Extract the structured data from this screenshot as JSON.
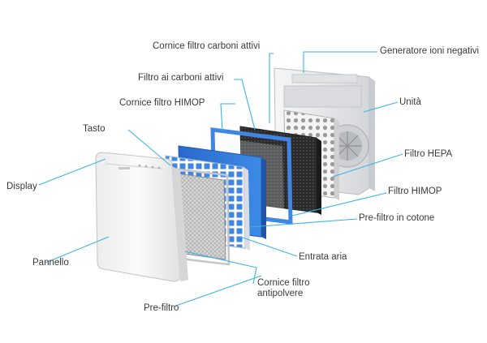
{
  "diagram": {
    "colors": {
      "leader_line": "#3ab4e0",
      "hepa_blue": "#2f73d6",
      "himop_frame": "#3f86e4",
      "carbon": "#2e2e2e",
      "unit_body": "#e8eaec",
      "panel_body": "#f2f2f2"
    },
    "labels": {
      "cornice_carboni": "Cornice filtro carboni attivi",
      "generatore_ioni": "Generatore ioni negativi",
      "filtro_carboni": "Filtro ai carboni attivi",
      "unita": "Unità",
      "cornice_himop": "Cornice filtro HIMOP",
      "tasto": "Tasto",
      "filtro_hepa": "Filtro HEPA",
      "display": "Display",
      "filtro_himop": "Filtro HIMOP",
      "pre_filtro_cotone": "Pre-filtro in cotone",
      "entrata_aria": "Entrata aria",
      "pannello": "Pannello",
      "cornice_antipolvere": "Cornice filtro antipolvere",
      "pre_filtro": "Pre-filtro"
    }
  }
}
